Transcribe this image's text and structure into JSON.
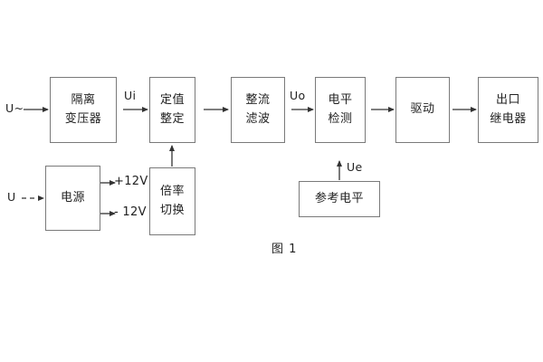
{
  "figure": {
    "caption": "图 1",
    "line_color": "#7a7a7a",
    "text_color": "#222222",
    "background": "#ffffff"
  },
  "blocks": [
    {
      "id": "isolation-transformer",
      "line1": "隔离",
      "line2": "变压器"
    },
    {
      "id": "setting-value",
      "line1": "定值",
      "line2": "整定"
    },
    {
      "id": "rectify-filter",
      "line1": "整流",
      "line2": "滤波"
    },
    {
      "id": "level-detect",
      "line1": "电平",
      "line2": "检测"
    },
    {
      "id": "drive",
      "line1": "驱动",
      "line2": ""
    },
    {
      "id": "output-relay",
      "line1": "出口",
      "line2": "继电器"
    },
    {
      "id": "power-supply",
      "line1": "电源",
      "line2": ""
    },
    {
      "id": "ratio-switch",
      "line1": "倍率",
      "line2": "切换"
    },
    {
      "id": "reference-level",
      "line1": "参考电平",
      "line2": ""
    }
  ],
  "signals": {
    "input_ac": "U~",
    "input_dc": "U",
    "ui": "Ui",
    "uo": "Uo",
    "ue": "Ue",
    "rail_positive": "+12V",
    "rail_negative": "- 12V"
  }
}
